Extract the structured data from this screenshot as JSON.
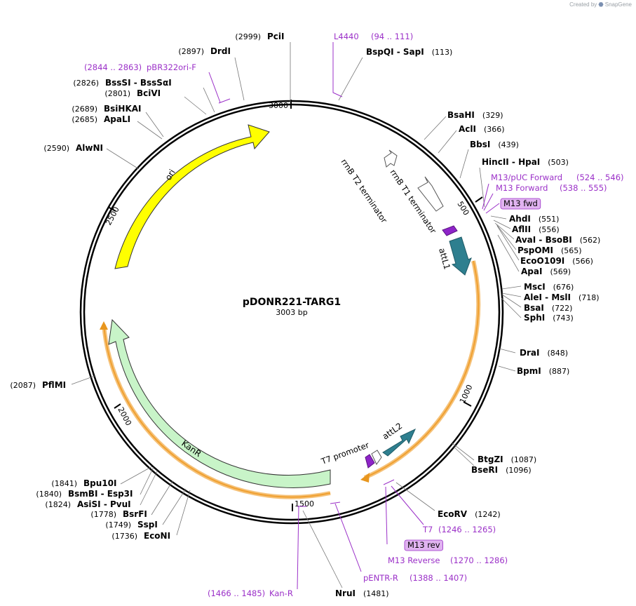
{
  "credit": {
    "prefix": "Created by",
    "brand": "SnapGene"
  },
  "plasmid": {
    "name": "pDONR221-TARG1",
    "size_label": "3003 bp"
  },
  "ticks": [
    "3000",
    "500",
    "1000",
    "1500",
    "2000",
    "2500"
  ],
  "features": [
    {
      "id": "ori",
      "label": "ori",
      "color": "#ffff00"
    },
    {
      "id": "kanr",
      "label": "KanR",
      "color": "#c8f4c8"
    },
    {
      "id": "attl1",
      "label": "attL1",
      "color": "#2e7f8f"
    },
    {
      "id": "attl2",
      "label": "attL2",
      "color": "#2e7f8f"
    },
    {
      "id": "rrnb-t1",
      "label": "rrnB T1 terminator",
      "color": "#ffffff"
    },
    {
      "id": "rrnb-t2",
      "label": "rrnB T2 terminator",
      "color": "#ffffff"
    },
    {
      "id": "t7-promoter",
      "label": "T7 promoter",
      "color": "#ffffff"
    }
  ],
  "sites": [
    {
      "name": "PciI",
      "pos": "(2999)"
    },
    {
      "name": "DrdI",
      "pos": "(2897)"
    },
    {
      "name": "BssSI  - BssSαI",
      "pos": "(2826)"
    },
    {
      "name": "BciVI",
      "pos": "(2801)"
    },
    {
      "name": "BsiHKAI",
      "pos": "(2689)"
    },
    {
      "name": "ApaLI",
      "pos": "(2685)"
    },
    {
      "name": "AlwNI",
      "pos": "(2590)"
    },
    {
      "name": "PflMI",
      "pos": "(2087)"
    },
    {
      "name": "Bpu10I",
      "pos": "(1841)"
    },
    {
      "name": "BsmBI  - Esp3I",
      "pos": "(1840)"
    },
    {
      "name": "AsiSI  - PvuI",
      "pos": "(1824)"
    },
    {
      "name": "BsrFI",
      "pos": "(1778)"
    },
    {
      "name": "SspI",
      "pos": "(1749)"
    },
    {
      "name": "EcoNI",
      "pos": "(1736)"
    },
    {
      "name": "NruI",
      "pos": "(1481)"
    },
    {
      "name": "EcoRV",
      "pos": "(1242)"
    },
    {
      "name": "BtgZI",
      "pos": "(1087)"
    },
    {
      "name": "BseRI",
      "pos": "(1096)"
    },
    {
      "name": "BpmI",
      "pos": "(887)"
    },
    {
      "name": "DraI",
      "pos": "(848)"
    },
    {
      "name": "SphI",
      "pos": "(743)"
    },
    {
      "name": "BsaI",
      "pos": "(722)"
    },
    {
      "name": "AleI  - MslI",
      "pos": "(718)"
    },
    {
      "name": "MscI",
      "pos": "(676)"
    },
    {
      "name": "ApaI",
      "pos": "(569)"
    },
    {
      "name": "EcoO109I",
      "pos": "(566)"
    },
    {
      "name": "PspOMI",
      "pos": "(565)"
    },
    {
      "name": "AvaI  - BsoBI",
      "pos": "(562)"
    },
    {
      "name": "AflII",
      "pos": "(556)"
    },
    {
      "name": "AhdI",
      "pos": "(551)"
    },
    {
      "name": "HincII  - HpaI",
      "pos": "(503)"
    },
    {
      "name": "BbsI",
      "pos": "(439)"
    },
    {
      "name": "AclI",
      "pos": "(366)"
    },
    {
      "name": "BsaHI",
      "pos": "(329)"
    },
    {
      "name": "BspQI  - SapI",
      "pos": "(113)"
    }
  ],
  "primers": [
    {
      "name": "L4440",
      "range": "(94 .. 111)"
    },
    {
      "name": "pBR322ori-F",
      "range": "(2844 .. 2863)"
    },
    {
      "name": "M13/pUC Forward",
      "range": "(524 .. 546)"
    },
    {
      "name": "M13 Forward",
      "range": "(538 .. 555)"
    },
    {
      "name": "M13 fwd",
      "range": ""
    },
    {
      "name": "T7",
      "range": "(1246 .. 1265)"
    },
    {
      "name": "M13 rev",
      "range": ""
    },
    {
      "name": "M13 Reverse",
      "range": "(1270 .. 1286)"
    },
    {
      "name": "pENTR-R",
      "range": "(1388 .. 1407)"
    },
    {
      "name": "Kan-R",
      "range": "(1466 .. 1485)"
    }
  ]
}
